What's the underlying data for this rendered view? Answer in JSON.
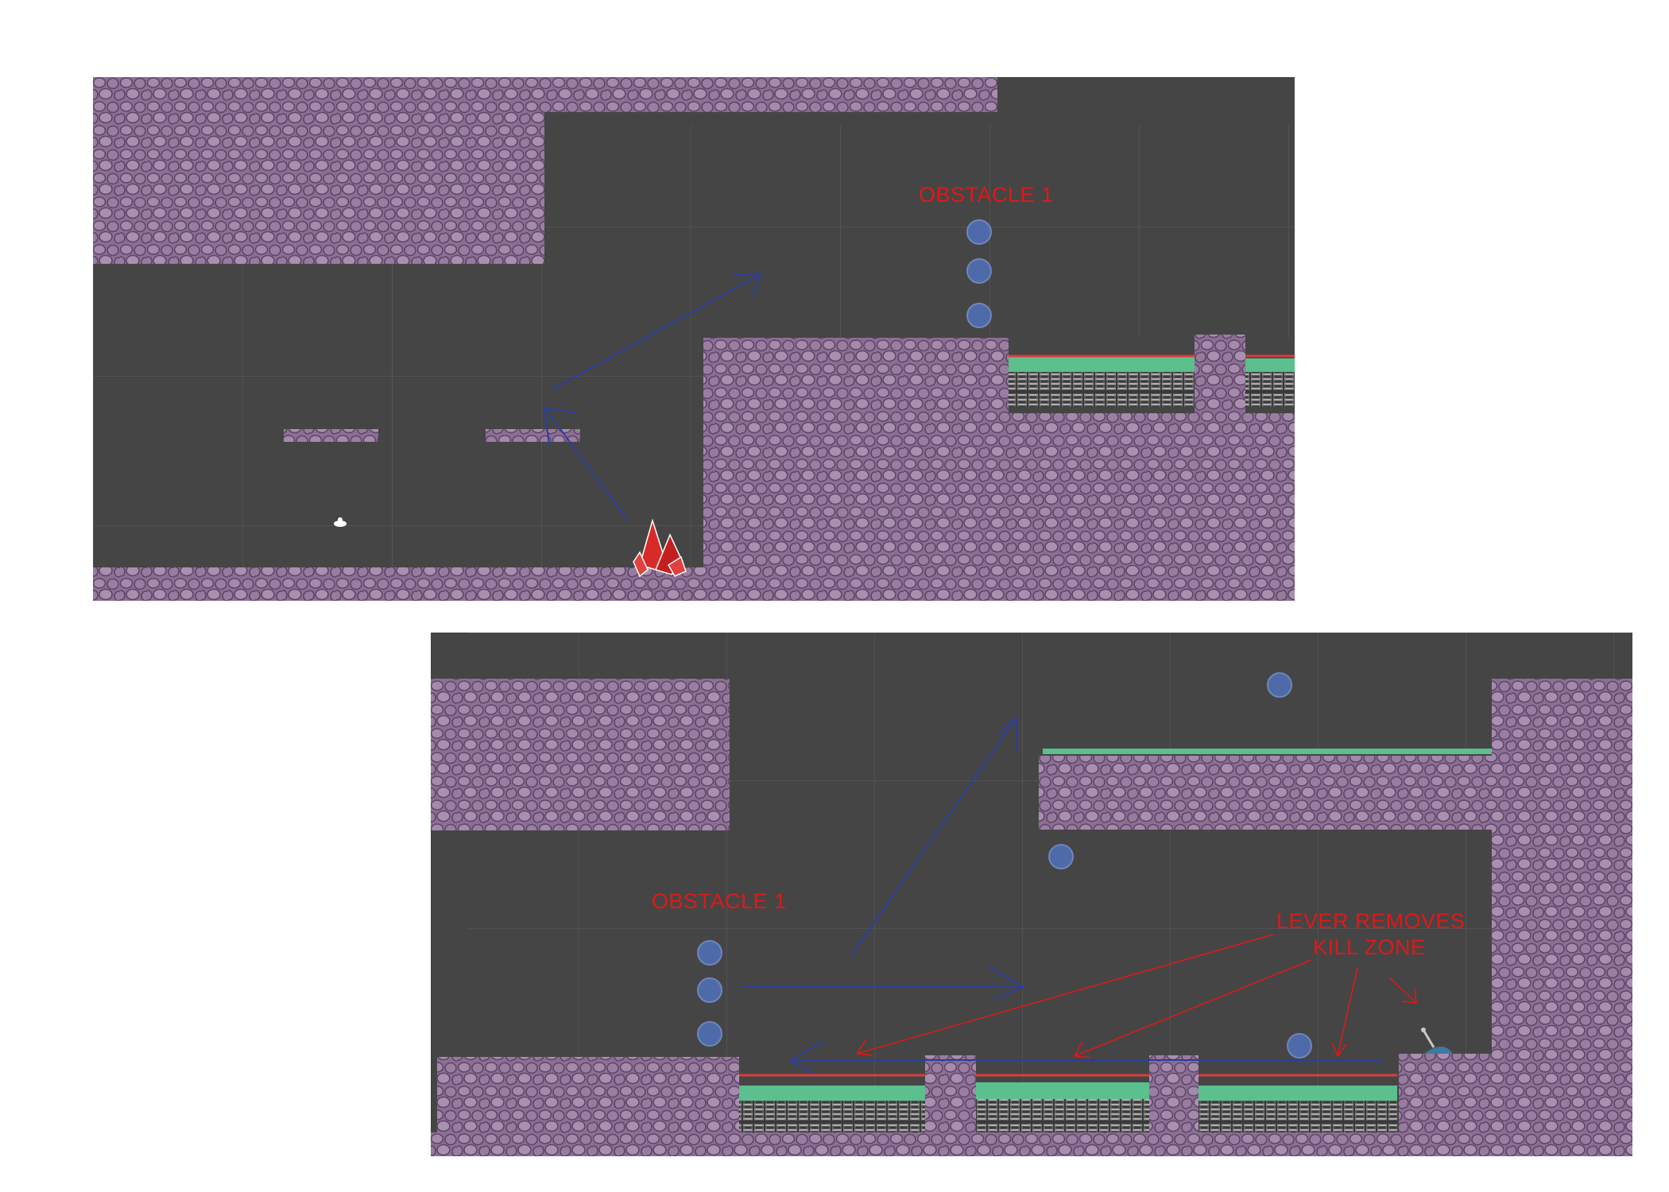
{
  "level_views": [
    {
      "view": "top",
      "labels": {
        "obstacle": "OBSTACLE 1"
      }
    },
    {
      "view": "bottom",
      "labels": {
        "obstacle": "OBSTACLE 1",
        "lever_note_line1": "LEVER REMOVES",
        "lever_note_line2": "KILL ZONE"
      }
    }
  ],
  "colors": {
    "background": "#454545",
    "grid": "#5a5a5a",
    "rock": "#8c6f95",
    "rock_outline": "#5f4568",
    "grass": "#5bbf8e",
    "kill_line": "#e03a3a",
    "path_arrow": "#2b3f9c",
    "annotation": "#e01818",
    "orb": "#4e6aa8",
    "crystal": "#d92a2a",
    "spikes": "#9a9a9a"
  },
  "icons": [
    "crystal-icon",
    "lever-icon",
    "orb-icon",
    "spike-icon",
    "player-icon"
  ]
}
